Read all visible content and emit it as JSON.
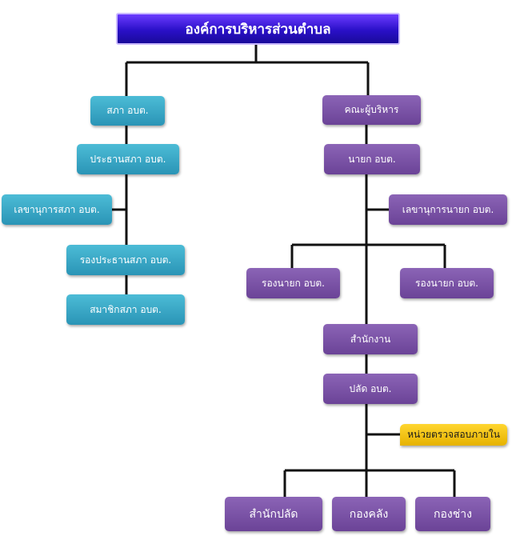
{
  "title": "องค์การบริหารส่วนตำบล",
  "council": {
    "head": "สภา อบต.",
    "president": "ประธานสภา อบต.",
    "secretary": "เลขานุการสภา อบต.",
    "vice_president": "รองประธานสภา อบต.",
    "members": "สมาชิกสภา อบต."
  },
  "executive": {
    "head": "คณะผู้บริหาร",
    "mayor": "นายก อบต.",
    "mayor_secretary": "เลขานุการนายก อบต.",
    "deputy_left": "รองนายก อบต.",
    "deputy_right": "รองนายก อบต.",
    "office": "สำนักงาน",
    "chief_officer": "ปลัด อบต.",
    "internal_audit": "หน่วยตรวจสอบภายใน",
    "divisions": [
      "สำนักปลัด",
      "กองคลัง",
      "กองช่าง"
    ]
  },
  "colors": {
    "council": "#3aa8c8",
    "executive": "#7a52a8",
    "title": "#2a10c8",
    "audit": "#f2c200",
    "line": "#111111"
  }
}
